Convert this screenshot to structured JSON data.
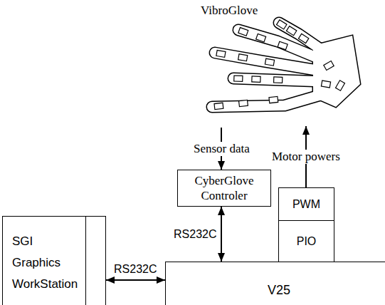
{
  "diagram": {
    "nodes": [
      {
        "text": [
          "VibroGlove"
        ]
      },
      {
        "text": [
          "SGI Graphics WorkStation"
        ]
      },
      {
        "text": [
          "CyberGlove Controler"
        ]
      },
      {
        "text": [
          "PWM"
        ]
      },
      {
        "text": [
          "PIO"
        ]
      },
      {
        "text": [
          "V25"
        ]
      }
    ],
    "edges": [
      {
        "from": 0,
        "to": 2,
        "label": "Sensor data",
        "arrow": "to"
      },
      {
        "from": 3,
        "to": 0,
        "label": "Motor powers",
        "arrow": "to"
      },
      {
        "from": 2,
        "to": 5,
        "label": "RS232C",
        "arrow": "both"
      },
      {
        "from": 1,
        "to": 5,
        "label": "RS232C",
        "arrow": "both"
      }
    ]
  }
}
